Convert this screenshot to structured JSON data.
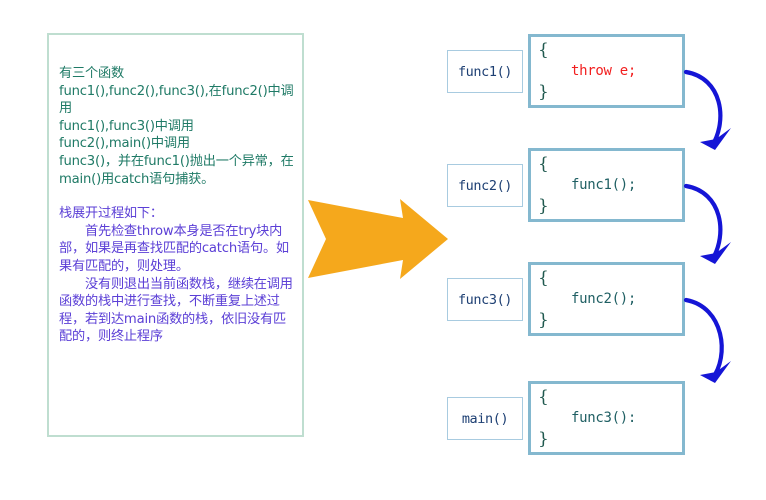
{
  "description": {
    "paragraph_1": "有三个函数\nfunc1(),func2(),func3(),在func2()中调用\nfunc1(),func3()中调用\nfunc2(),main()中调用\nfunc3()，并在func1()抛出一个异常，在main()用catch语句捕获。",
    "paragraph_2": "栈展开过程如下：\n　　首先检查throw本身是否在try块内部，如果是再查找匹配的catch语句。如果有匹配的，则处理。\n　　没有则退出当前函数栈，继续在调用函数的栈中进行查找，不断重复上述过程，若到达main函数的栈，依旧没有匹配的，则终止程序"
  },
  "colors": {
    "desc_border": "#bfded0",
    "desc_text_green": "#1f7a66",
    "desc_text_purple": "#5b3fd6",
    "orange_arrow": "#f5a81c",
    "code_box_border": "#84b8cf",
    "label_box_border": "#a8cbe0",
    "label_text": "#1d3f73",
    "code_text": "#1f5f63",
    "throw_text": "#f21f1f",
    "flow_arrow": "#1515d6",
    "brace_text": "#20594f"
  },
  "stack_frames": [
    {
      "label": "func1()",
      "brace_open": "{",
      "brace_close": "}",
      "code": "throw e;",
      "code_style": "throw"
    },
    {
      "label": "func2()",
      "brace_open": "{",
      "brace_close": "}",
      "code": "func1();",
      "code_style": "normal"
    },
    {
      "label": "func3()",
      "brace_open": "{",
      "brace_close": "}",
      "code": "func2();",
      "code_style": "normal"
    },
    {
      "label": "main()",
      "brace_open": "{",
      "brace_close": "}",
      "code": "func3():",
      "code_style": "normal"
    }
  ],
  "icons": {
    "big_arrow": "right-arrow-icon",
    "flow_arrow": "curved-down-arrow-icon"
  }
}
